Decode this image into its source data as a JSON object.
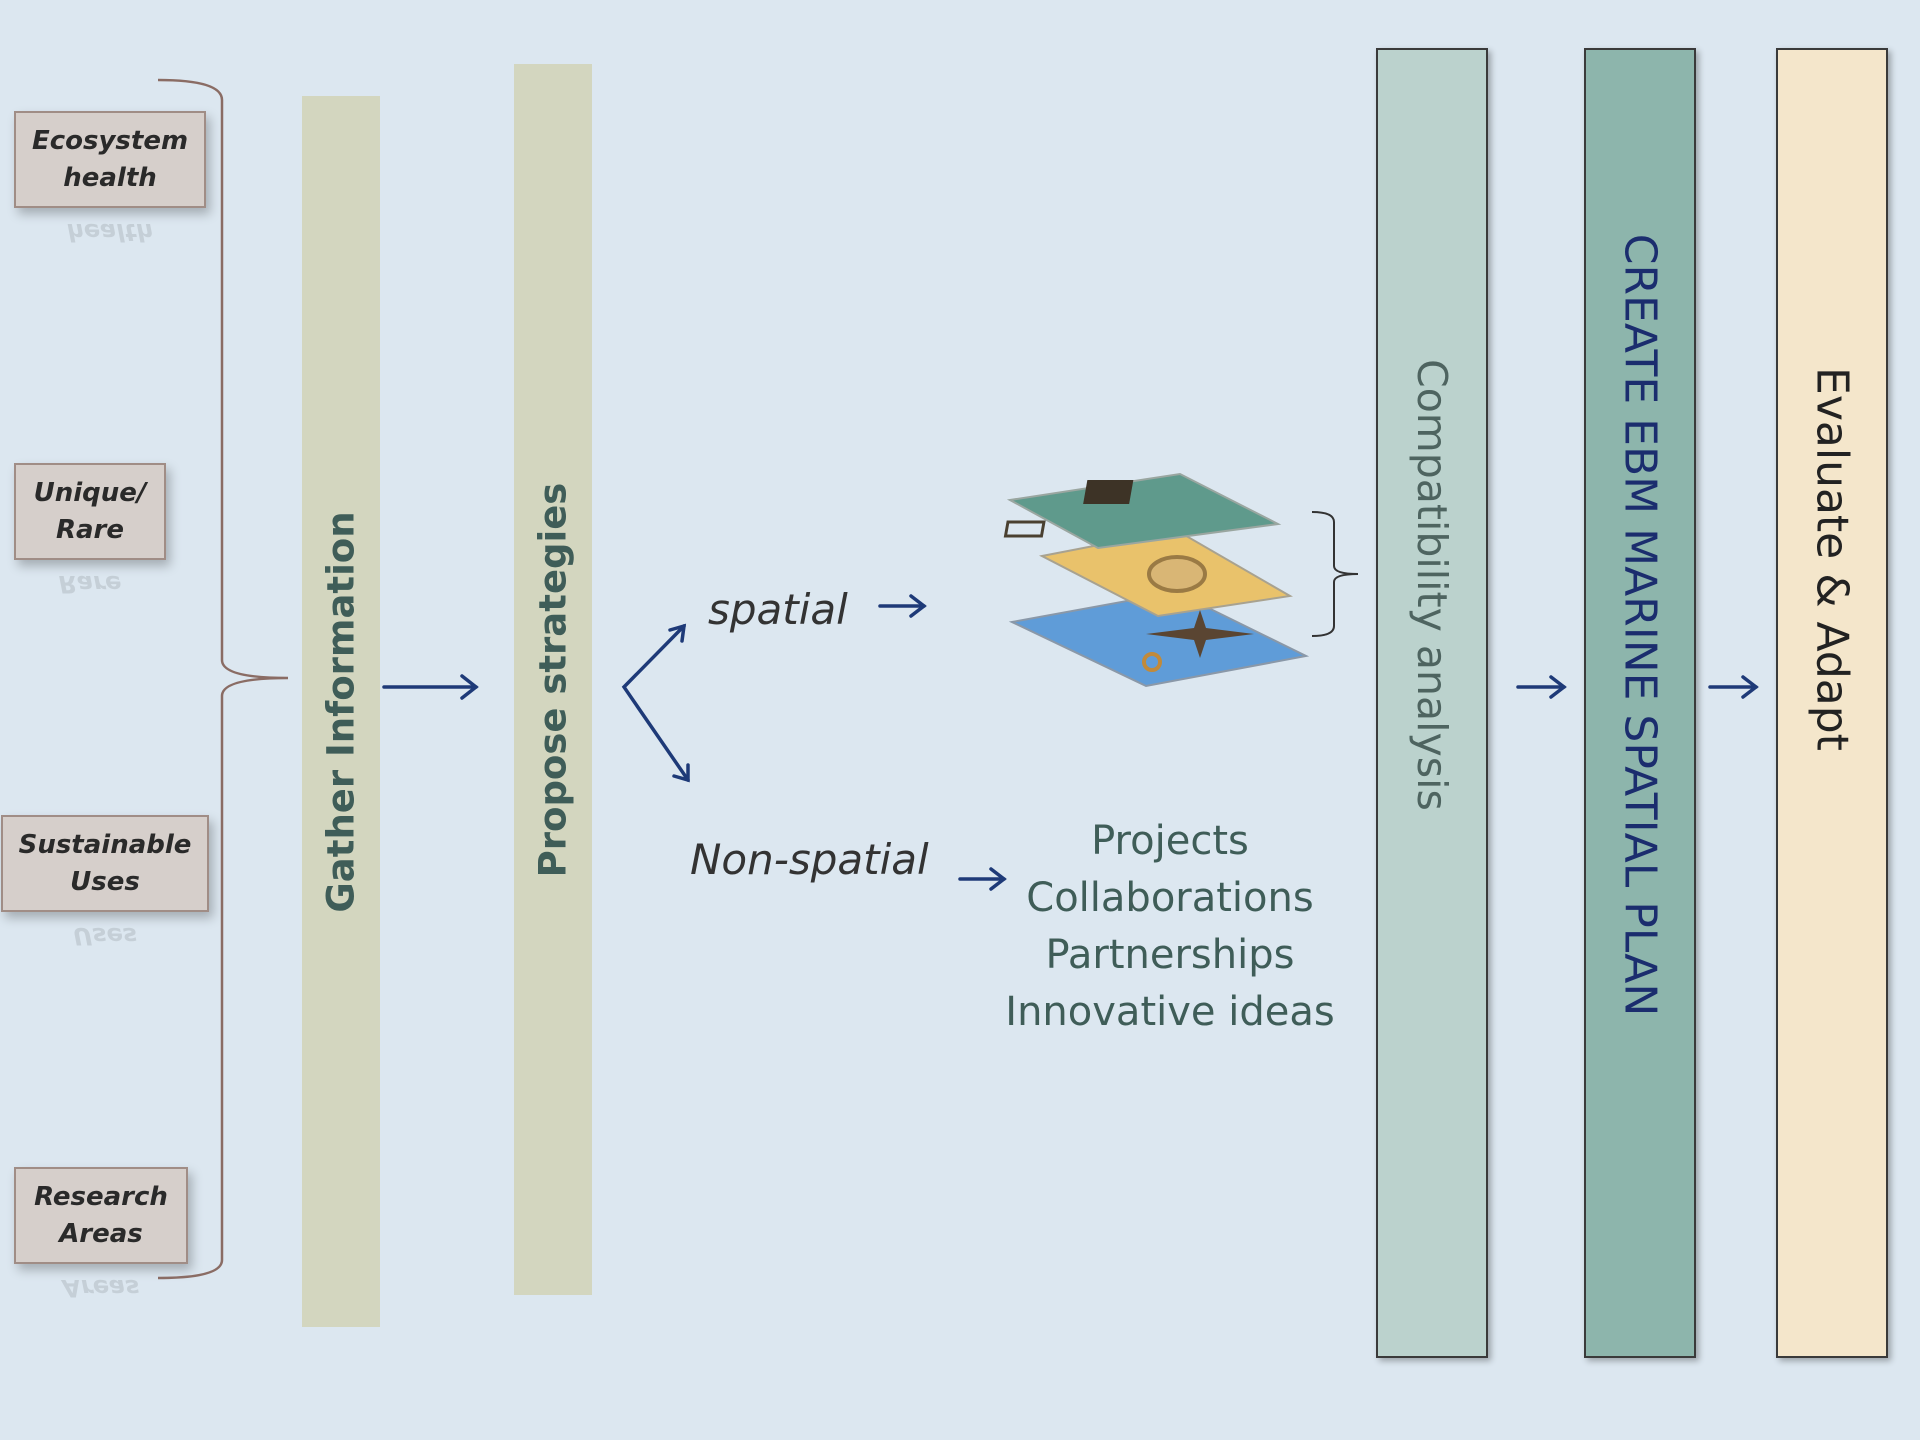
{
  "inputs": [
    {
      "line1": "Ecosystem",
      "line2": "health"
    },
    {
      "line1": "Unique/",
      "line2": "Rare"
    },
    {
      "line1": "Sustainable",
      "line2": "Uses"
    },
    {
      "line1": "Research",
      "line2": "Areas"
    }
  ],
  "stages": {
    "gather": "Gather Information",
    "propose": "Propose strategies",
    "compatibility": "Compatibility analysis",
    "create": "CREATE EBM MARINE SPATIAL PLAN",
    "evaluate": "Evaluate & Adapt"
  },
  "branches": {
    "spatial": "spatial",
    "non_spatial": "Non-spatial"
  },
  "non_spatial_items": [
    "Projects",
    "Collaborations",
    "Partnerships",
    "Innovative ideas"
  ],
  "colors": {
    "background": "#dce7f0",
    "input_box": "#d6cfcb",
    "stage_bar": "#d3d6bf",
    "compatibility_bar": "#bbd2cd",
    "create_bar": "#8db5ac",
    "evaluate_bar": "#f4e6cb",
    "arrow": "#1e3a78",
    "layer_top": "#5f9a8c",
    "layer_middle": "#e9c26b",
    "layer_bottom": "#5f9cd8",
    "marker": "#5a4532"
  },
  "icons": [
    "brace-icon",
    "arrow-icon",
    "map-layers-icon",
    "star-marker-icon",
    "circle-marker-icon"
  ]
}
